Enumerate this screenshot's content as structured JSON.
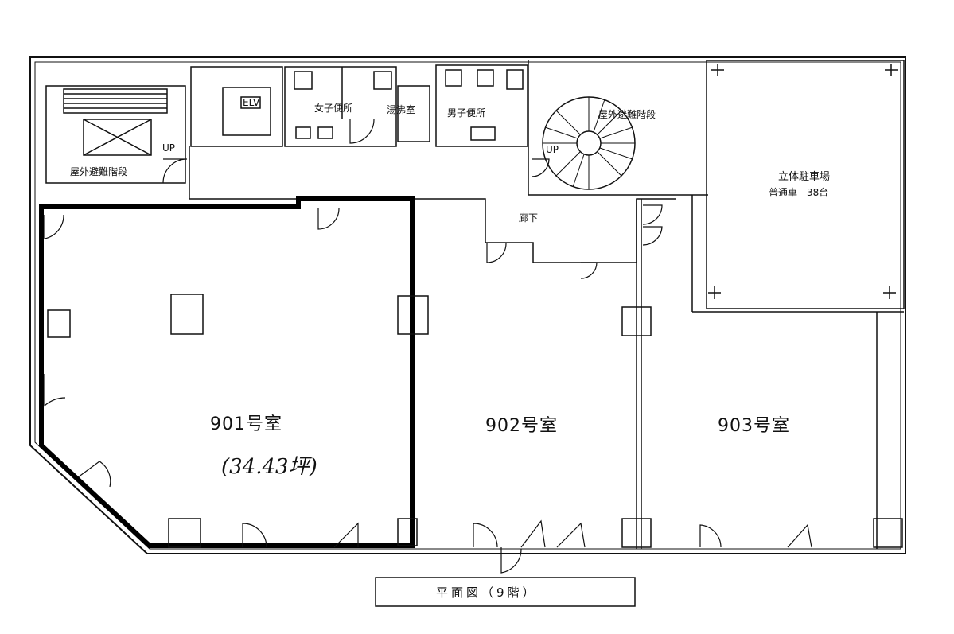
{
  "plan": {
    "title": "平面図（9階）",
    "rooms": {
      "r901": {
        "name": "901号室",
        "area": "(34.43坪)"
      },
      "r902": {
        "name": "902号室"
      },
      "r903": {
        "name": "903号室"
      }
    },
    "labels": {
      "elv": "ELV",
      "womens_wc": "女子便所",
      "mens_wc": "男子便所",
      "kyuto": "湯沸室",
      "outdoor_stair_left": "屋外避難階段",
      "outdoor_stair_right": "屋外避難階段",
      "corridor": "廊下",
      "parking": "立体駐車場",
      "parking_capacity": "普通車　38台",
      "up_left": "UP",
      "up_right": "UP"
    }
  }
}
